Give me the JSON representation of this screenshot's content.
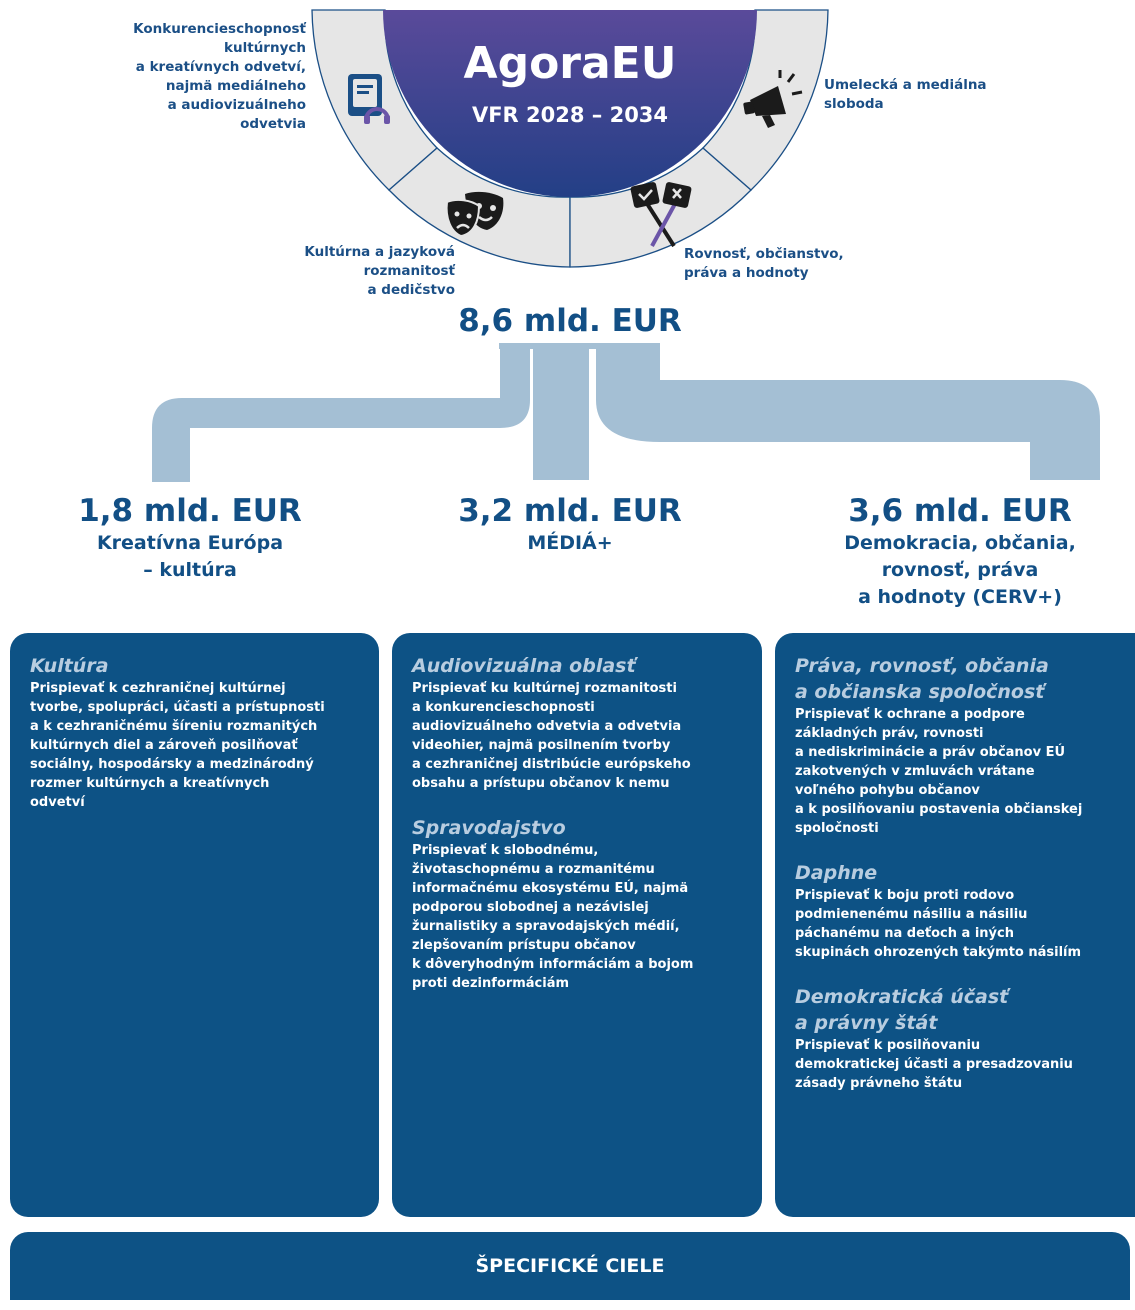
{
  "hub": {
    "title": "AgoraEU",
    "subtitle": "VFR 2028 – 2034"
  },
  "themes": [
    {
      "label": "Konkurencieschopnosť\nkultúrnych\na kreatívnych odvetví,\nnajmä mediálneho\na audiovizuálneho\nodvetvia",
      "icon": "book-headphones-icon"
    },
    {
      "label": "Kultúrna a jazyková\nrozmanitosť\na dedičstvo",
      "icon": "theatre-masks-icon"
    },
    {
      "label": "Rovnosť, občianstvo,\npráva a hodnoty",
      "icon": "protest-signs-icon"
    },
    {
      "label": "Umelecká a mediálna\nsloboda",
      "icon": "megaphone-icon"
    }
  ],
  "total": "8,6 mld. EUR",
  "programmes": [
    {
      "amount": "1,8 mld. EUR",
      "name": "Kreatívna Európa\n– kultúra"
    },
    {
      "amount": "3,2 mld. EUR",
      "name": "MÉDIÁ+"
    },
    {
      "amount": "3,6 mld. EUR",
      "name": "Demokracia, občania,\nrovnosť, práva\na hodnoty (CERV+)"
    }
  ],
  "columns": [
    {
      "sections": [
        {
          "title": "Kultúra",
          "body": "Prispievať k cezhraničnej kultúrnej\ntvorbe, spolupráci, účasti a prístupnosti\na k cezhraničnému šíreniu rozmanitých\nkultúrnych diel a zároveň posilňovať\nsociálny, hospodársky a medzinárodný\nrozmer kultúrnych a kreatívnych\nodvetví"
        }
      ]
    },
    {
      "sections": [
        {
          "title": "Audiovizuálna oblasť",
          "body": "Prispievať ku kultúrnej rozmanitosti\na konkurencieschopnosti\naudiovizuálneho odvetvia a odvetvia\nvideohier, najmä posilnením tvorby\na cezhraničnej distribúcie európskeho\nobsahu a prístupu občanov k nemu"
        },
        {
          "title": "Spravodajstvo",
          "body": "Prispievať k slobodnému,\nživotaschopnému a rozmanitému\ninformačnému ekosystému EÚ, najmä\npodporou slobodnej a nezávislej\nžurnalistiky a spravodajských médií,\nzlepšovaním prístupu občanov\nk dôveryhodným informáciám a bojom\nproti dezinformáciám"
        }
      ]
    },
    {
      "sections": [
        {
          "title": "Práva, rovnosť, občania\na občianska spoločnosť",
          "body": "Prispievať k ochrane a podpore\nzákladných práv, rovnosti\na nediskriminácie a práv občanov EÚ\nzakotvených v zmluvách vrátane\nvoľného pohybu občanov\na k posilňovaniu postavenia občianskej\nspoločnosti"
        },
        {
          "title": "Daphne",
          "body": "Prispievať k boju proti rodovo\npodmienenému násiliu a násiliu\npáchanému na deťoch a iných\nskupinách ohrozených takýmto násilím"
        },
        {
          "title": "Demokratická účasť\na právny štát",
          "body": "Prispievať k posilňovaniu\ndemokratickej účasti a presadzovaniu\nzásady právneho štátu"
        }
      ]
    }
  ],
  "footer": "ŠPECIFICKÉ CIELE",
  "colors": {
    "navy": "#0d5285",
    "hub_top": "#5a4a9a",
    "hub_bottom": "#233f86",
    "ring": "#e6e6e6",
    "connector": "#a4bfd4",
    "section_title": "#b8cde0"
  }
}
